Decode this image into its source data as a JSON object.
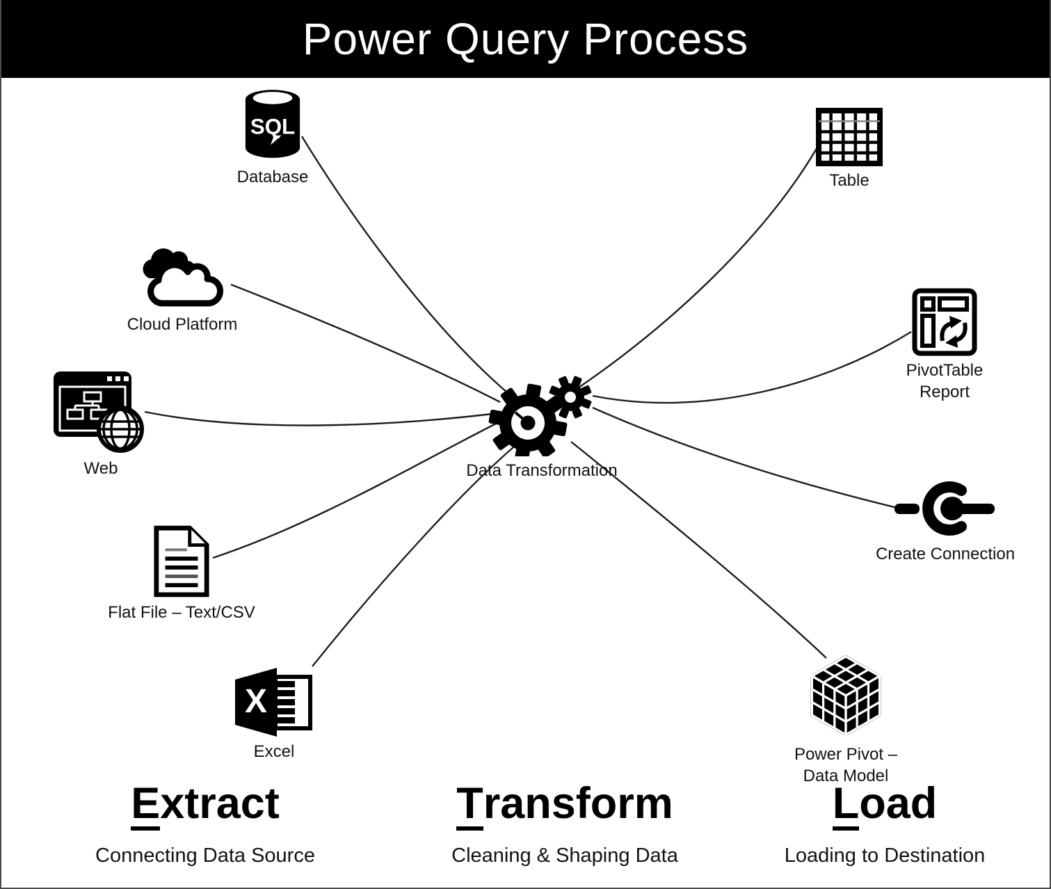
{
  "title": "Power Query Process",
  "colors": {
    "header_bg": "#000000",
    "header_text": "#ffffff",
    "ink": "#000000",
    "connector_line": "#1c1c1c",
    "background": "#ffffff",
    "frame_border": "#4a4a4a"
  },
  "nodes": {
    "database": {
      "label": "Database",
      "icon": "sql-database-cylinder-icon",
      "icon_text": "SQL"
    },
    "cloud": {
      "label": "Cloud Platform",
      "icon": "dual-clouds-icon"
    },
    "web": {
      "label": "Web",
      "icon": "browser-sitemap-globe-icon"
    },
    "flatfile": {
      "label": "Flat File – Text/CSV",
      "icon": "text-document-icon"
    },
    "excel": {
      "label": "Excel",
      "icon": "excel-workbook-icon",
      "icon_text": "X"
    },
    "transform": {
      "label": "Data Transformation",
      "icon": "gears-icon"
    },
    "table": {
      "label": "Table",
      "icon": "grid-table-icon"
    },
    "pivottable": {
      "line1": "PivotTable",
      "line2": "Report",
      "icon": "pivottable-report-icon"
    },
    "connection": {
      "label": "Create Connection",
      "icon": "connection-plug-icon"
    },
    "powerpivot": {
      "line1": "Power Pivot –",
      "line2": "Data Model",
      "icon": "data-model-cube-icon"
    }
  },
  "stages": {
    "extract": {
      "name": "Extract",
      "subtitle": "Connecting Data Source"
    },
    "transform": {
      "name": "Transform",
      "subtitle": "Cleaning & Shaping Data"
    },
    "load": {
      "name": "Load",
      "subtitle": "Loading to Destination"
    }
  },
  "connections": [
    "database→transform",
    "cloud→transform",
    "web→transform",
    "flatfile→transform",
    "excel→transform",
    "transform→table",
    "transform→pivottable",
    "transform→connection",
    "transform→powerpivot"
  ]
}
